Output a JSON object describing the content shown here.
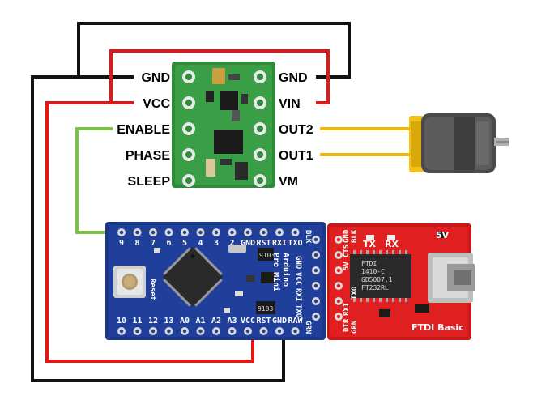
{
  "colors": {
    "gnd_wire": "#111111",
    "vcc_wire": "#e01818",
    "signal_wire": "#7cc242",
    "motor_wire": "#f2b705",
    "driver_board": "#2e8b3a",
    "arduino_board": "#1f3f9a",
    "ftdi_board": "#e02020"
  },
  "driver": {
    "left_pins": [
      "GND",
      "VCC",
      "ENABLE",
      "PHASE",
      "SLEEP"
    ],
    "right_pins": [
      "GND",
      "VIN",
      "OUT2",
      "OUT1",
      "VM"
    ]
  },
  "arduino": {
    "top_labels": [
      "9",
      "8",
      "7",
      "6",
      "5",
      "4",
      "3",
      "2",
      "GND",
      "RST",
      "RXI",
      "TXO"
    ],
    "bottom_labels": [
      "10",
      "11",
      "12",
      "13",
      "A0",
      "A1",
      "A2",
      "A3",
      "VCC",
      "RST",
      "GND",
      "RAW"
    ],
    "side_header": [
      "GND",
      "VCC",
      "RXI",
      "TXO",
      "BLK"
    ],
    "vertical_title_1": "Arduino",
    "vertical_title_2": "Pro Mini",
    "reset_label": "Reset",
    "blk_label": "BLK",
    "grn_label": "GRN",
    "chip_code": "9103"
  },
  "ftdi": {
    "title": "FTDI Basic",
    "voltage": "5V",
    "tx": "TX",
    "rx": "RX",
    "side_labels": [
      "DTR",
      "RXI",
      "TXO",
      "5V",
      "CTS",
      "GND"
    ],
    "blk": "BLK",
    "grn": "GRN",
    "chip_lines": [
      "FTDI",
      "1410-C",
      "GD5007.1",
      "FT232RL"
    ]
  },
  "icons": [
    "dc-motor-icon",
    "reset-button-icon",
    "mini-usb-connector-icon",
    "microcontroller-chip-icon"
  ]
}
